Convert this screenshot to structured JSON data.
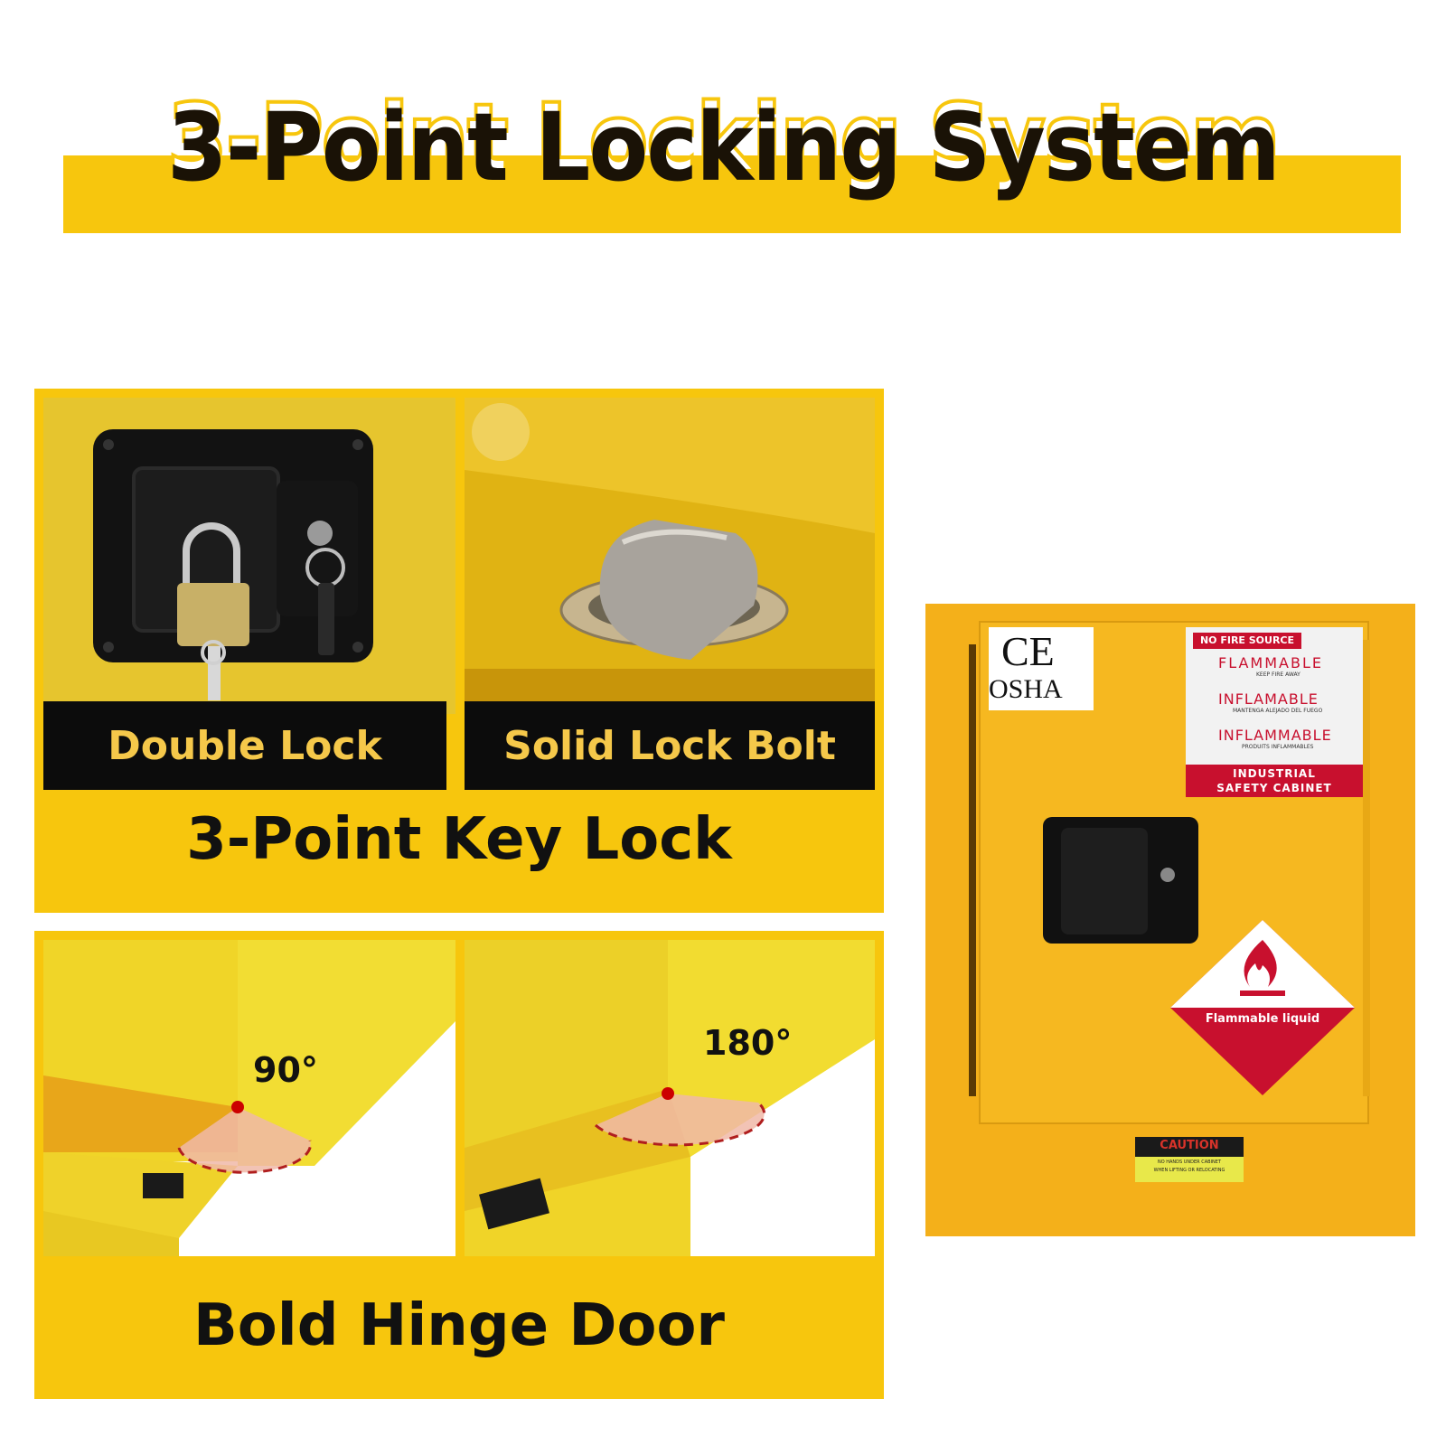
{
  "header": {
    "title": "3-Point Locking System"
  },
  "key_lock_panel": {
    "photos": [
      {
        "caption": "Double Lock"
      },
      {
        "caption": "Solid Lock Bolt"
      }
    ],
    "title": "3-Point Key Lock"
  },
  "hinge_panel": {
    "photos": [
      {
        "angle_label": "90°"
      },
      {
        "angle_label": "180°"
      }
    ],
    "title": "Bold Hinge Door"
  },
  "cabinet": {
    "marks": {
      "ce": "CE",
      "osha": "OSHA"
    },
    "warning_label": {
      "header": "NO FIRE SOURCE",
      "lines": [
        {
          "text": "FLAMMABLE",
          "sub": "KEEP FIRE AWAY"
        },
        {
          "text": "INFLAMABLE",
          "sub": "MANTENGA ALEJADO DEL FUEGO"
        },
        {
          "text": "INFLAMMABLE",
          "sub": "PRODUITS INFLAMMABLES"
        }
      ],
      "footer_line1": "INDUSTRIAL",
      "footer_line2": "SAFETY CABINET"
    },
    "hazard_diamond": {
      "text": "Flammable liquid"
    },
    "caution_sticker": {
      "header": "CAUTION",
      "line1": "NO HANDS UNDER CABINET",
      "line2": "WHEN LIFTING OR RELOCATING"
    }
  },
  "colors": {
    "brand_yellow": "#f7c60d",
    "cabinet_yellow": "#f6b21c",
    "caption_black": "#0c0c0c",
    "caption_text": "#f5c84a",
    "hazard_red": "#c8102e"
  }
}
